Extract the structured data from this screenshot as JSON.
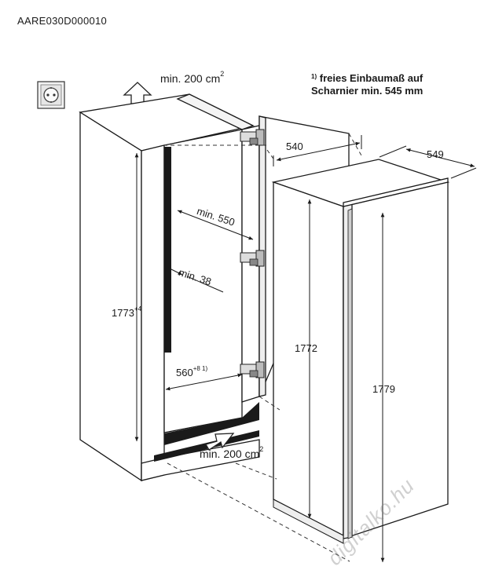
{
  "diagram": {
    "product_code": "AARE030D000010",
    "ventilation": {
      "top_label": "min. 200 cm",
      "bottom_label": "min. 200 cm",
      "unit_superscript": "2"
    },
    "footnote": {
      "marker": "1)",
      "line1": "freies Einbaumaß auf",
      "line2": "Scharnier min. 545 mm"
    },
    "niche": {
      "height_value": "1773",
      "height_tolerance": "+4",
      "depth_label": "min. 550",
      "rear_gap_label": "min. 38",
      "width_value": "560",
      "width_suffix": "+8 1)"
    },
    "appliance": {
      "width": "540",
      "depth": "549",
      "body_height": "1772",
      "door_height": "1779"
    },
    "watermark": "digitalko.hu",
    "icons": [
      "power-socket-icon",
      "up-arrow-icon",
      "right-arrow-icon"
    ]
  }
}
